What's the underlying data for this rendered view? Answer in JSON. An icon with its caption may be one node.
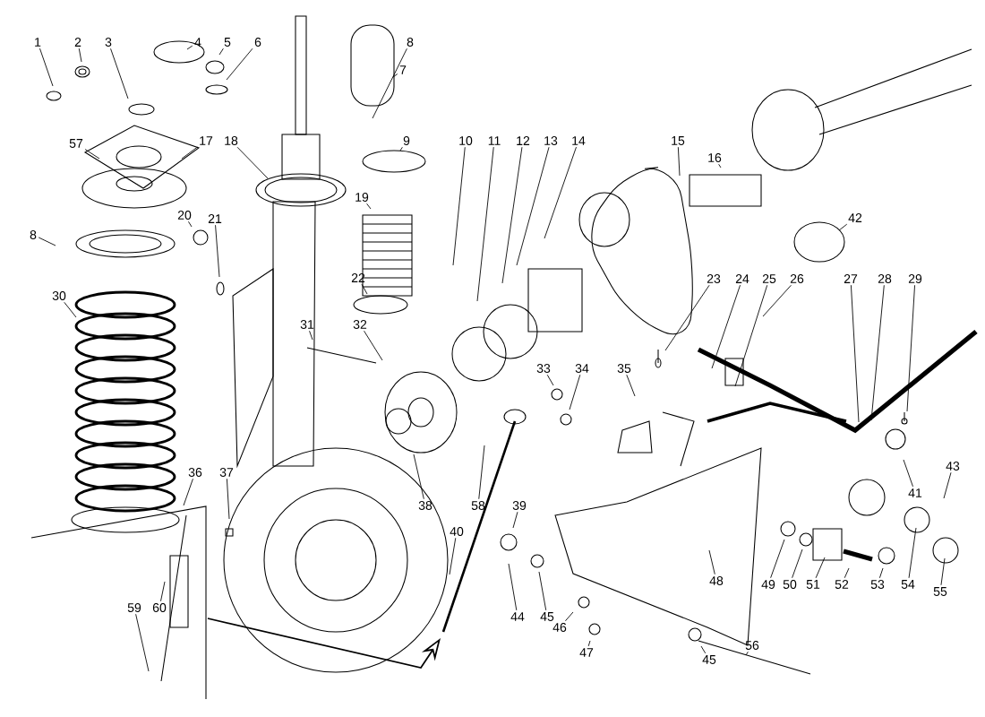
{
  "diagram": {
    "nodes": [
      {
        "text": [
          "1"
        ]
      },
      {
        "text": [
          "2"
        ]
      },
      {
        "text": [
          "3"
        ]
      },
      {
        "text": [
          "4"
        ]
      },
      {
        "text": [
          "5"
        ]
      },
      {
        "text": [
          "6"
        ]
      },
      {
        "text": [
          "7"
        ]
      },
      {
        "text": [
          "8"
        ]
      },
      {
        "text": [
          "57"
        ]
      },
      {
        "text": [
          "17"
        ]
      },
      {
        "text": [
          "18"
        ]
      },
      {
        "text": [
          "9"
        ]
      },
      {
        "text": [
          "10"
        ]
      },
      {
        "text": [
          "11"
        ]
      },
      {
        "text": [
          "12"
        ]
      },
      {
        "text": [
          "13"
        ]
      },
      {
        "text": [
          "14"
        ]
      },
      {
        "text": [
          "15"
        ]
      },
      {
        "text": [
          "16"
        ]
      },
      {
        "text": [
          "42"
        ]
      },
      {
        "text": [
          "19"
        ]
      },
      {
        "text": [
          "8"
        ]
      },
      {
        "text": [
          "20"
        ]
      },
      {
        "text": [
          "21"
        ]
      },
      {
        "text": [
          "22"
        ]
      },
      {
        "text": [
          "30"
        ]
      },
      {
        "text": [
          "23"
        ]
      },
      {
        "text": [
          "24"
        ]
      },
      {
        "text": [
          "25"
        ]
      },
      {
        "text": [
          "26"
        ]
      },
      {
        "text": [
          "27"
        ]
      },
      {
        "text": [
          "28"
        ]
      },
      {
        "text": [
          "29"
        ]
      },
      {
        "text": [
          "31"
        ]
      },
      {
        "text": [
          "32"
        ]
      },
      {
        "text": [
          "33"
        ]
      },
      {
        "text": [
          "34"
        ]
      },
      {
        "text": [
          "35"
        ]
      },
      {
        "text": [
          "41"
        ]
      },
      {
        "text": [
          "43"
        ]
      },
      {
        "text": [
          "36"
        ]
      },
      {
        "text": [
          "37"
        ]
      },
      {
        "text": [
          "38"
        ]
      },
      {
        "text": [
          "58"
        ]
      },
      {
        "text": [
          "39"
        ]
      },
      {
        "text": [
          "40"
        ]
      },
      {
        "text": [
          "48"
        ]
      },
      {
        "text": [
          "49"
        ]
      },
      {
        "text": [
          "50"
        ]
      },
      {
        "text": [
          "51"
        ]
      },
      {
        "text": [
          "52"
        ]
      },
      {
        "text": [
          "53"
        ]
      },
      {
        "text": [
          "54"
        ]
      },
      {
        "text": [
          "55"
        ]
      },
      {
        "text": [
          "59"
        ]
      },
      {
        "text": [
          "60"
        ]
      },
      {
        "text": [
          "44"
        ]
      },
      {
        "text": [
          "45"
        ]
      },
      {
        "text": [
          "46"
        ]
      },
      {
        "text": [
          "47"
        ]
      },
      {
        "text": [
          "45"
        ]
      },
      {
        "text": [
          "56"
        ]
      }
    ],
    "edges": [
      {
        "from": 0,
        "to": null,
        "arrow": "none"
      },
      {
        "from": 1,
        "to": null,
        "arrow": "none"
      },
      {
        "from": 2,
        "to": null,
        "arrow": "none"
      },
      {
        "from": 3,
        "to": null,
        "arrow": "none"
      },
      {
        "from": 4,
        "to": null,
        "arrow": "none"
      },
      {
        "from": 5,
        "to": null,
        "arrow": "none"
      },
      {
        "from": 6,
        "to": null,
        "arrow": "none"
      },
      {
        "from": 7,
        "to": null,
        "arrow": "none"
      },
      {
        "from": 8,
        "to": null,
        "arrow": "none"
      },
      {
        "from": 9,
        "to": null,
        "arrow": "none"
      },
      {
        "from": 10,
        "to": null,
        "arrow": "none"
      },
      {
        "from": 11,
        "to": null,
        "arrow": "none"
      },
      {
        "from": 12,
        "to": null,
        "arrow": "none"
      },
      {
        "from": 13,
        "to": null,
        "arrow": "none"
      },
      {
        "from": 14,
        "to": null,
        "arrow": "none"
      },
      {
        "from": 15,
        "to": null,
        "arrow": "none"
      },
      {
        "from": 16,
        "to": null,
        "arrow": "none"
      },
      {
        "from": 17,
        "to": null,
        "arrow": "none"
      },
      {
        "from": 18,
        "to": null,
        "arrow": "none"
      },
      {
        "from": 19,
        "to": null,
        "arrow": "none"
      },
      {
        "from": 20,
        "to": null,
        "arrow": "none"
      },
      {
        "from": 21,
        "to": null,
        "arrow": "none"
      },
      {
        "from": 22,
        "to": null,
        "arrow": "none"
      },
      {
        "from": 23,
        "to": null,
        "arrow": "none"
      },
      {
        "from": 24,
        "to": null,
        "arrow": "none"
      },
      {
        "from": 25,
        "to": null,
        "arrow": "none"
      },
      {
        "from": 26,
        "to": null,
        "arrow": "none"
      },
      {
        "from": 27,
        "to": null,
        "arrow": "none"
      },
      {
        "from": 28,
        "to": null,
        "arrow": "none"
      },
      {
        "from": 29,
        "to": null,
        "arrow": "none"
      },
      {
        "from": 30,
        "to": null,
        "arrow": "none"
      },
      {
        "from": 31,
        "to": null,
        "arrow": "none"
      },
      {
        "from": 32,
        "to": null,
        "arrow": "none"
      },
      {
        "from": 33,
        "to": null,
        "arrow": "none"
      },
      {
        "from": 34,
        "to": null,
        "arrow": "none"
      },
      {
        "from": 35,
        "to": null,
        "arrow": "none"
      },
      {
        "from": 36,
        "to": null,
        "arrow": "none"
      },
      {
        "from": 37,
        "to": null,
        "arrow": "none"
      },
      {
        "from": 38,
        "to": null,
        "arrow": "none"
      },
      {
        "from": 39,
        "to": null,
        "arrow": "none"
      },
      {
        "from": 40,
        "to": null,
        "arrow": "none"
      },
      {
        "from": 41,
        "to": null,
        "arrow": "none"
      },
      {
        "from": 42,
        "to": null,
        "arrow": "none"
      },
      {
        "from": 43,
        "to": null,
        "arrow": "none"
      },
      {
        "from": 44,
        "to": null,
        "arrow": "none"
      },
      {
        "from": 45,
        "to": null,
        "arrow": "none"
      },
      {
        "from": 46,
        "to": null,
        "arrow": "none"
      },
      {
        "from": 47,
        "to": null,
        "arrow": "none"
      },
      {
        "from": 48,
        "to": null,
        "arrow": "none"
      },
      {
        "from": 49,
        "to": null,
        "arrow": "none"
      },
      {
        "from": 50,
        "to": null,
        "arrow": "none"
      },
      {
        "from": 51,
        "to": null,
        "arrow": "none"
      },
      {
        "from": 52,
        "to": null,
        "arrow": "none"
      },
      {
        "from": 53,
        "to": null,
        "arrow": "none"
      },
      {
        "from": 54,
        "to": null,
        "arrow": "none"
      },
      {
        "from": 55,
        "to": null,
        "arrow": "none"
      },
      {
        "from": 56,
        "to": null,
        "arrow": "none"
      },
      {
        "from": 57,
        "to": null,
        "arrow": "none"
      },
      {
        "from": 58,
        "to": null,
        "arrow": "none"
      },
      {
        "from": 59,
        "to": null,
        "arrow": "none"
      },
      {
        "from": 60,
        "to": null,
        "arrow": "none"
      },
      {
        "from": 61,
        "to": null,
        "arrow": "none"
      }
    ]
  }
}
